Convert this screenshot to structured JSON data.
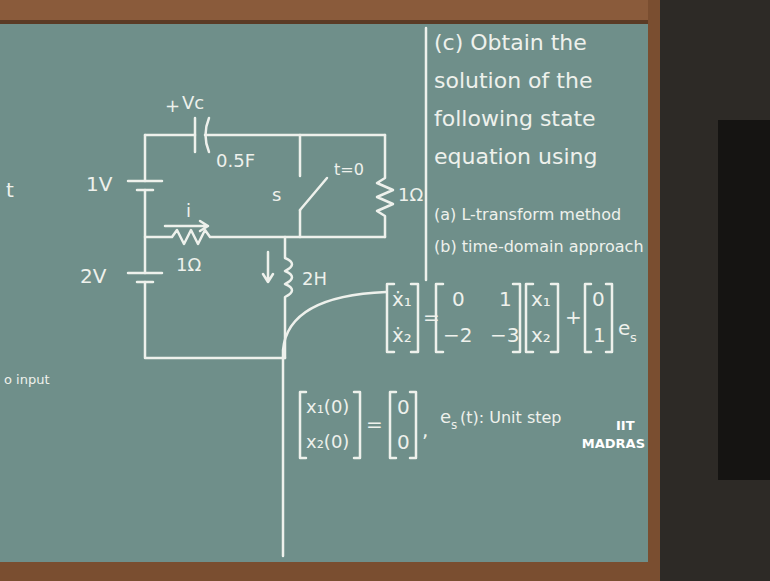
{
  "diagram": {
    "labels": [
      "+",
      "Vc",
      "0.5F",
      "1V",
      "s",
      "t=0",
      "1Ω",
      "i",
      "1Ω",
      "2V",
      "2H",
      "t",
      "o input",
      "(c) Obtain the solution of the following state equation using",
      "(a) L-transform method",
      "(b) time-domain approach",
      "ẋ₁",
      "ẋ₂",
      "=",
      "0",
      "1",
      "−2",
      "−3",
      "x₁",
      "x₂",
      "+",
      "0",
      "1",
      "e",
      "s",
      "x₁(0)",
      "x₂(0)",
      "=",
      "0",
      "0",
      ",",
      "e",
      "s",
      "(t): Unit step",
      "IIT",
      "MADRAS"
    ]
  }
}
